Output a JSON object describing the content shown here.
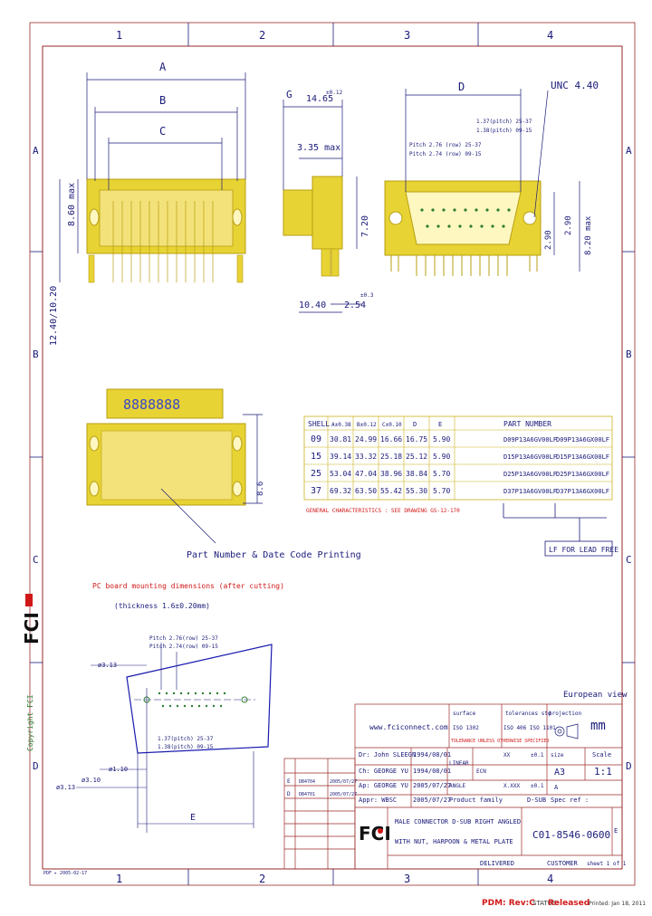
{
  "frame": {
    "top_zones": [
      "1",
      "2",
      "3",
      "4"
    ],
    "bottom_zones": [
      "1",
      "2",
      "3",
      "4"
    ],
    "left_zones": [
      "A",
      "B",
      "C",
      "D"
    ],
    "right_zones": [
      "A",
      "B",
      "C",
      "D"
    ]
  },
  "dims": {
    "A": "A",
    "B": "B",
    "C": "C",
    "D": "D",
    "E": "E",
    "G": "G",
    "max_height_front": "8.60 max",
    "depth": "14.65",
    "depth_tol": "±0.12",
    "body": "3.35 max",
    "height_side": "7.20",
    "lead_width": "10.40",
    "pitch": "2.54",
    "pitch_tol": "±0.3",
    "unc": "UNC 4.40",
    "pcb_height": "12.40/10.20",
    "p1": "2.90",
    "p2": "8.20 max",
    "p3": "2.90",
    "rows_upper": "Pitch 2.76 (row) 25-37",
    "rows_lower": "Pitch 2.74 (row) 09-15",
    "pitch_x1": "1.37(pitch) 25-37",
    "pitch_x2": "1.38(pitch) 09-15",
    "bottom_dim": "8.6",
    "pcb_w1": "ø3.10",
    "pcb_w2": "ø3.13",
    "pcb_w3": "ø1.10",
    "hole_note": "Pitch 2.76(row) 25-37",
    "hole_note2": "Pitch 2.74(row) 09-15",
    "hole_pitch1": "1.37(pitch) 25-37",
    "hole_pitch2": "1.38(pitch) 09-15"
  },
  "marking": "8888888",
  "part_number_label": "Part Number & Date Code Printing",
  "pcb_layout_title": "PC board mounting dimensions (after cutting)",
  "pcb_thickness": "(thickness 1.6±0.20mm)",
  "shell_table": {
    "headers": [
      "SHELL",
      "A±0.38",
      "B±0.12",
      "C±0.10",
      "D",
      "E",
      "PART NUMBER"
    ],
    "rows": [
      {
        "shell": "09",
        "a": "30.81",
        "b": "24.99",
        "c": "16.66",
        "d": "16.75",
        "e": "5.90",
        "pn1": "D09P13A6GV00LF",
        "pn2": "D09P13A6GX00LF"
      },
      {
        "shell": "15",
        "a": "39.14",
        "b": "33.32",
        "c": "25.18",
        "d": "25.12",
        "e": "5.90",
        "pn1": "D15P13A6GV00LF",
        "pn2": "D15P13A6GX00LF"
      },
      {
        "shell": "25",
        "a": "53.04",
        "b": "47.04",
        "c": "38.96",
        "d": "38.84",
        "e": "5.70",
        "pn1": "D25P13A6GV00LF",
        "pn2": "D25P13A6GX00LF"
      },
      {
        "shell": "37",
        "a": "69.32",
        "b": "63.50",
        "c": "55.42",
        "d": "55.30",
        "e": "5.70",
        "pn1": "D37P13A6GV00LF",
        "pn2": "D37P13A6GX00LF"
      }
    ],
    "note": "GENERAL CHARACTERISTICS : SEE DRAWING GS-12-170",
    "lf_note": "LF FOR LEAD FREE"
  },
  "title_block": {
    "view": "European view",
    "url": "www.fciconnect.com",
    "surface": "surface",
    "surface_std": "ISO 1302",
    "tolerance_std_label": "tolerances std",
    "tolerance_std": "ISO 406 ISO 1101",
    "tol_note": "TOLERANCE UNLESS OTHERWISE SPECIFIED",
    "unit": "mm",
    "projection": "projection",
    "drawn": "Dr: John SLEEGN",
    "drawn_date": "1994/08/01",
    "checked": "Ch: GEORGE YU",
    "checked_date": "1994/08/01",
    "approved": "Ap: GEORGE YU",
    "approved_date": "2005/07/27",
    "appr": "Appr: WBSC",
    "appr_date": "2005/07/27",
    "rev_e": "E",
    "rev_e_desc": "DB4704",
    "rev_e_date": "2005/07/27",
    "rev_d": "D",
    "rev_d_desc": "DB4701",
    "rev_d_date": "2005/07/27",
    "size": "A3",
    "scale": "1:1",
    "scale_label": "Scale",
    "size_label": "size",
    "linear": "LINEAR",
    "angle": "ANGLE",
    "product_family": "Product family",
    "family_val": "D-SUB",
    "spec_ref": "Spec ref :",
    "ecn_label": "ECN",
    "title1": "MALE CONNECTOR D-SUB RIGHT ANGLED",
    "title2": "WITH NUT, HARPOON & METAL PLATE",
    "drawing_no": "C01-8546-0600",
    "deliv": "DELIVERED",
    "customer": "CUSTOMER",
    "sheet": "sheet 1 of 1",
    "tol_xx": "XX",
    "tol_xx_val": "±0.1",
    "tol_xxx": "X.XXX",
    "tol_xxx_val": "±0.1",
    "rev_letter": "E",
    "rev_mark": "A"
  },
  "footer": {
    "pdm": "PDM: Rev:C",
    "status_label": "STATUS:",
    "status": "Released",
    "printed": "Printed: Jan 18, 2011",
    "left_code": "PDF ▸ 2005-02-17"
  },
  "copyright": "Copyright FCI",
  "logo": "FCI"
}
